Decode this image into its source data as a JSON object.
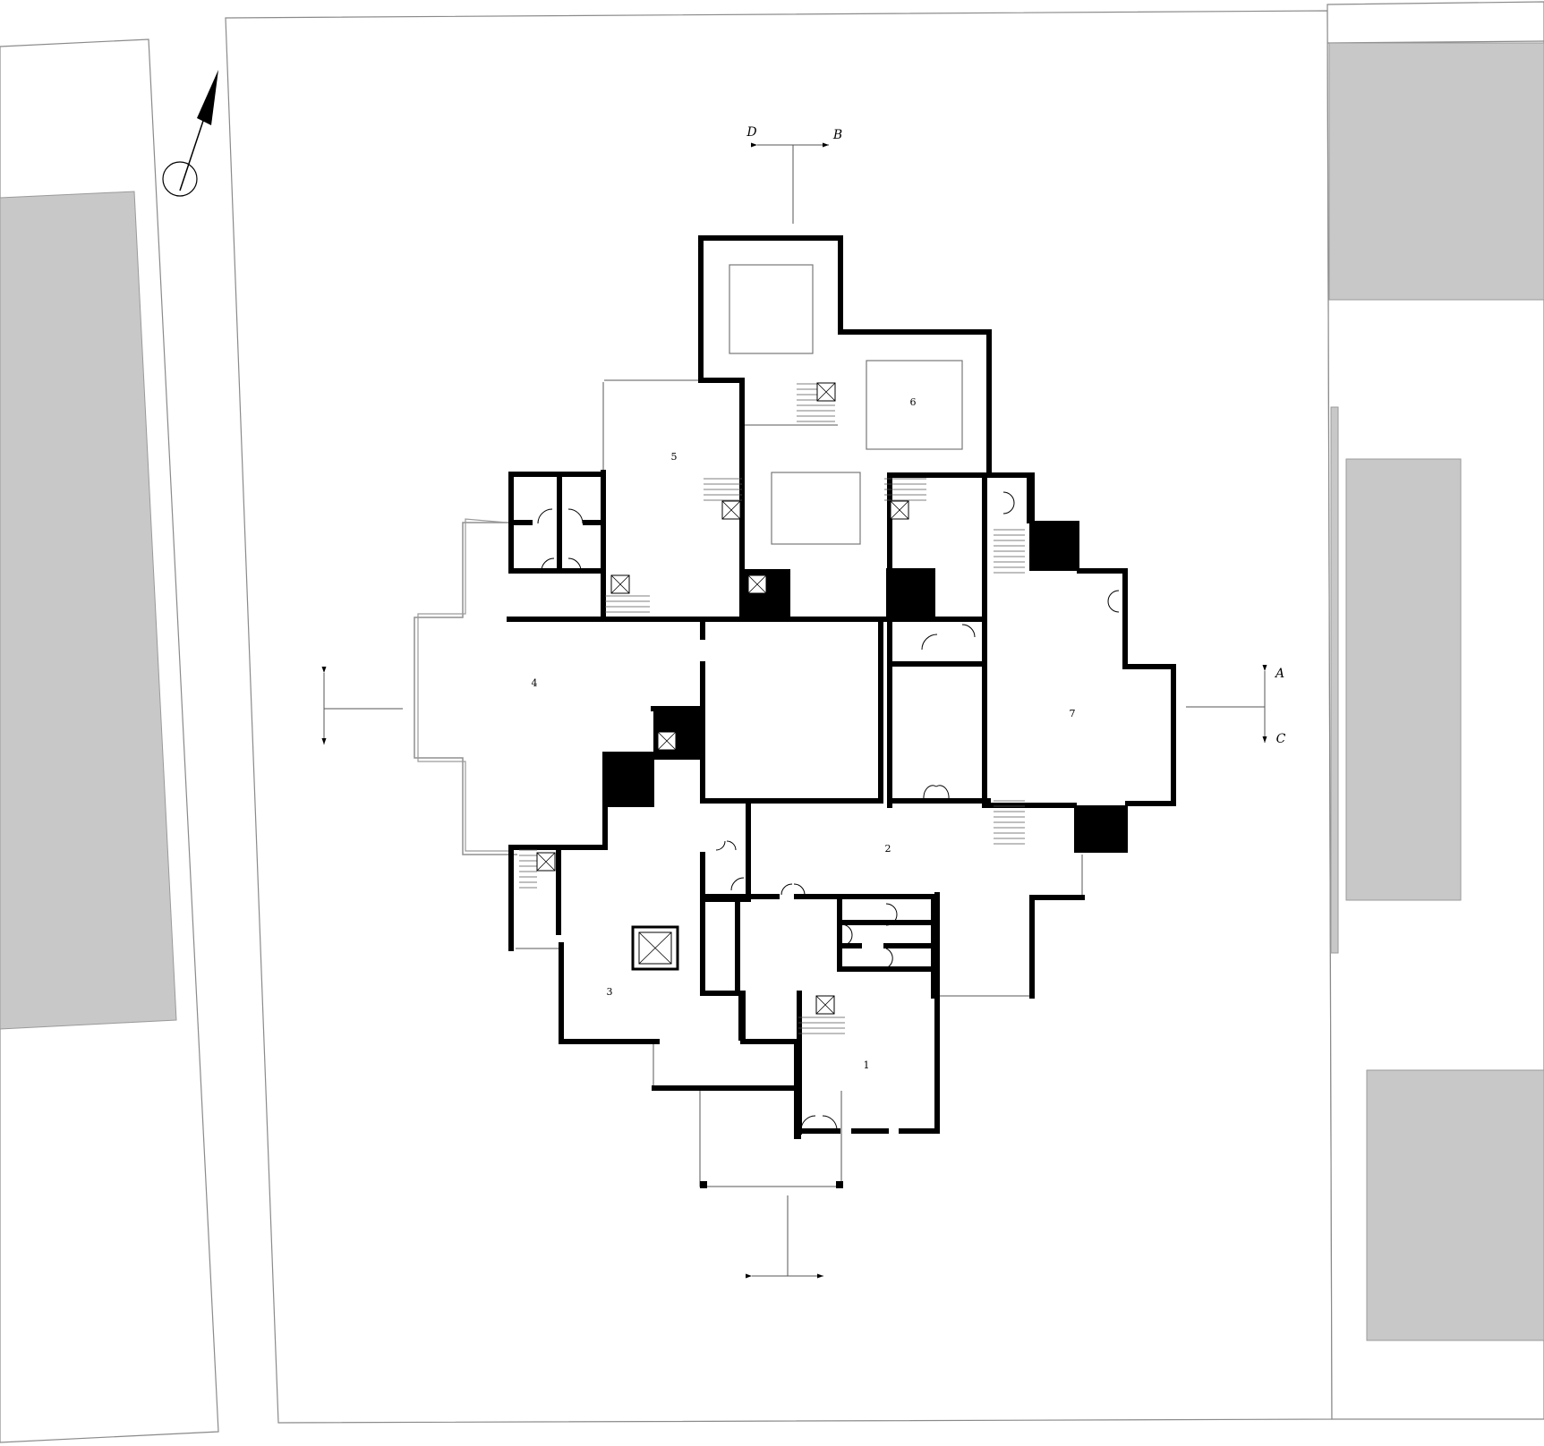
{
  "drawing": {
    "type": "site floor plan",
    "colors": {
      "wall": "#000000",
      "neighbor_buildings": "#c8c8c8",
      "site_boundary": "#8a8a8a",
      "background": "#ffffff"
    },
    "north_arrow_icon": "north-arrow-icon"
  },
  "rooms": [
    {
      "id": "1",
      "label": "1"
    },
    {
      "id": "2",
      "label": "2"
    },
    {
      "id": "3",
      "label": "3"
    },
    {
      "id": "4",
      "label": "4"
    },
    {
      "id": "5",
      "label": "5"
    },
    {
      "id": "6",
      "label": "6"
    },
    {
      "id": "7",
      "label": "7"
    }
  ],
  "section_marks": {
    "top_left": "D",
    "top_right": "B",
    "right_top": "A",
    "right_bottom": "C"
  }
}
